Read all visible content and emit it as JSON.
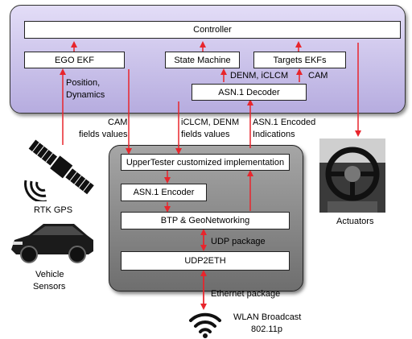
{
  "boxes": {
    "controller": "Controller",
    "ego_ekf": "EGO EKF",
    "state_machine": "State Machine",
    "targets_ekfs": "Targets EKFs",
    "asn1_decoder": "ASN.1 Decoder",
    "uppertester": "UpperTester customized implementation",
    "asn1_encoder": "ASN.1 Encoder",
    "btp_geo": "BTP & GeoNetworking",
    "udp2eth": "UDP2ETH"
  },
  "labels": {
    "position": "Position,",
    "dynamics": "Dynamics",
    "denm_iclcm": "DENM, iCLCM",
    "cam_top": "CAM",
    "cam_fields_1": "CAM",
    "cam_fields_2": "fields values",
    "iclcm_fields_1": "iCLCM, DENM",
    "iclcm_fields_2": "fields values",
    "asn_encoded_1": "ASN.1 Encoded",
    "asn_encoded_2": "Indications",
    "udp_package": "UDP package",
    "ethernet_package": "Ethernet package",
    "rtk_gps": "RTK GPS",
    "vehicle_1": "Vehicle",
    "vehicle_2": "Sensors",
    "actuators": "Actuators",
    "wlan_1": "WLAN Broadcast",
    "wlan_2": "802.11p"
  },
  "colors": {
    "top_panel": "#d4cdf0",
    "bottom_panel": "#8a8a8a",
    "arrow": "#e8252c"
  },
  "icons": [
    "satellite-icon",
    "car-icon",
    "steering-wheel-icon",
    "wifi-icon"
  ]
}
